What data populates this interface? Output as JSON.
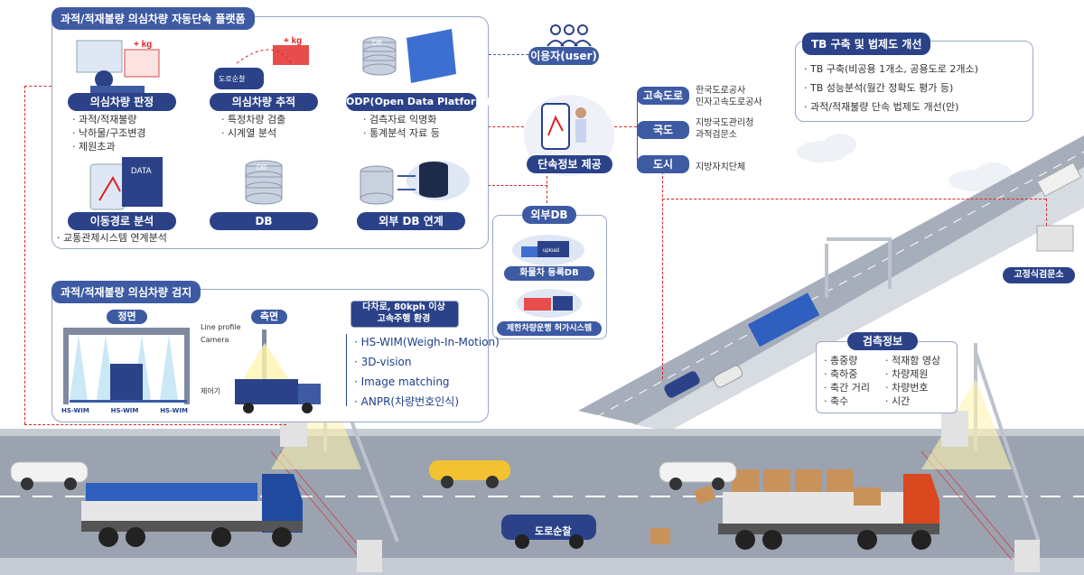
{
  "platform": {
    "title": "과적/적재불량 의심차량 자동단속 플랫폼",
    "modules": [
      {
        "label": "의심차량 판정",
        "items": [
          "과적/적재불량",
          "낙하물/구조변경",
          "제원초과"
        ]
      },
      {
        "label": "의심차량 추적",
        "items": [
          "특정차량 검출",
          "시계열 분석"
        ]
      },
      {
        "label": "ODP(Open Data Platform)",
        "items": [
          "검측자료 익명화",
          "통계분석 자료 등"
        ]
      },
      {
        "label": "이동경로 분석",
        "items": [
          "교통관제시스템 연계분석"
        ]
      },
      {
        "label": "DB",
        "items": []
      },
      {
        "label": "외부 DB 연계",
        "items": []
      }
    ],
    "icon_texts": {
      "kg": "+ kg",
      "kg2": "+ kg",
      "police": "도로순찰",
      "db": "DB",
      "data": "DATA",
      "upload": "upload"
    }
  },
  "user_label": "이용자(user)",
  "enforcement_label": "단속정보 제공",
  "roads": [
    {
      "label": "고속도로",
      "agencies": [
        "한국도로공사",
        "민자고속도로공사"
      ]
    },
    {
      "label": "국도",
      "agencies": [
        "지방국도관리청",
        "과적검문소"
      ]
    },
    {
      "label": "도시",
      "agencies": [
        "지방자치단체"
      ]
    }
  ],
  "external_db": {
    "title": "외부DB",
    "items": [
      "화물차 등록DB",
      "제한차량운행 허가시스템"
    ]
  },
  "tb": {
    "title": "TB 구축 및 법제도 개선",
    "items": [
      "TB 구축(비공용 1개소, 공용도로 2개소)",
      "TB 성능분석(월간 정확도 평가 등)",
      "과적/적재불량 단속 법제도 개선(안)"
    ]
  },
  "detection": {
    "title": "과적/적재불량 의심차량 검지",
    "front_label": "정면",
    "side_label": "측면",
    "line_profile": "Line profile",
    "camera": "Camera",
    "controller": "제어기",
    "hs_wim": [
      "HS-WIM",
      "HS-WIM",
      "HS-WIM"
    ],
    "env": "다차로, 80kph 이상\n고속주행 환경",
    "techs": [
      "HS-WIM(Weigh-In-Motion)",
      "3D-vision",
      "Image matching",
      "ANPR(차량번호인식)"
    ]
  },
  "inspection": {
    "title": "검측정보",
    "col1": [
      "총중량",
      "축하중",
      "축간 거리",
      "축수"
    ],
    "col2": [
      "적재함 영상",
      "차량제원",
      "차량번호",
      "시간"
    ]
  },
  "checkpoint_label": "고정식검문소",
  "patrol_label": "도로순찰",
  "colors": {
    "navy": "#2b4289",
    "accent": "#3d5aa3",
    "dash": "#d22222",
    "road": "#8f9aa8"
  }
}
